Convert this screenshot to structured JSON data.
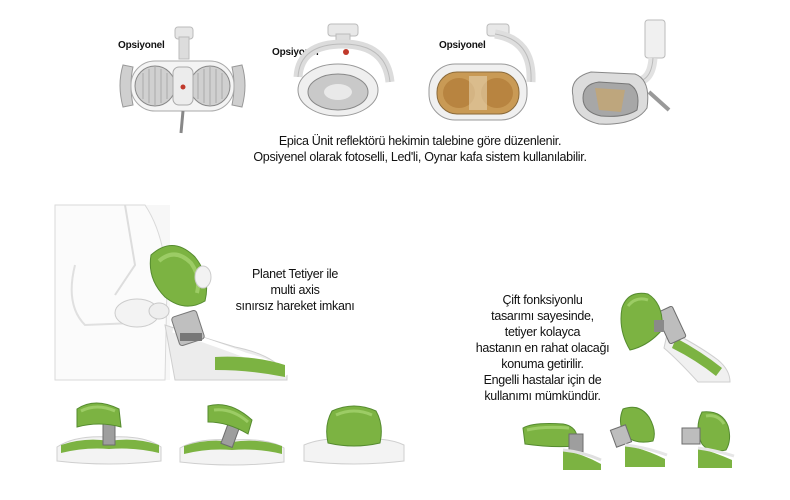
{
  "lamps": {
    "labels": [
      "Opsiyonel",
      "Opsiyonel",
      "Opsiyonel"
    ],
    "caption": [
      "Epica Ünit reflektörü hekimin talebine göre düzenlenir.",
      "Opsiyenel olarak fotoselli, Led'li, Oynar kafa sistem kullanılabilir."
    ]
  },
  "headrest_left": {
    "caption": [
      "Planet Tetiyer ile",
      "multi axis",
      "sınırsız hareket imkanı"
    ]
  },
  "headrest_right": {
    "caption": [
      "Çift fonksiyonlu",
      "tasarımı sayesinde,",
      "tetiyer kolayca",
      "hastanın en rahat olacağı",
      "konuma getirilir.",
      "Engelli hastalar için de",
      "kullanımı mümkündür."
    ]
  },
  "colors": {
    "upholstery_green": "#7cb342",
    "upholstery_dark": "#558b2f",
    "frame_white": "#f2f2f2",
    "metal": "#9e9e9e"
  }
}
